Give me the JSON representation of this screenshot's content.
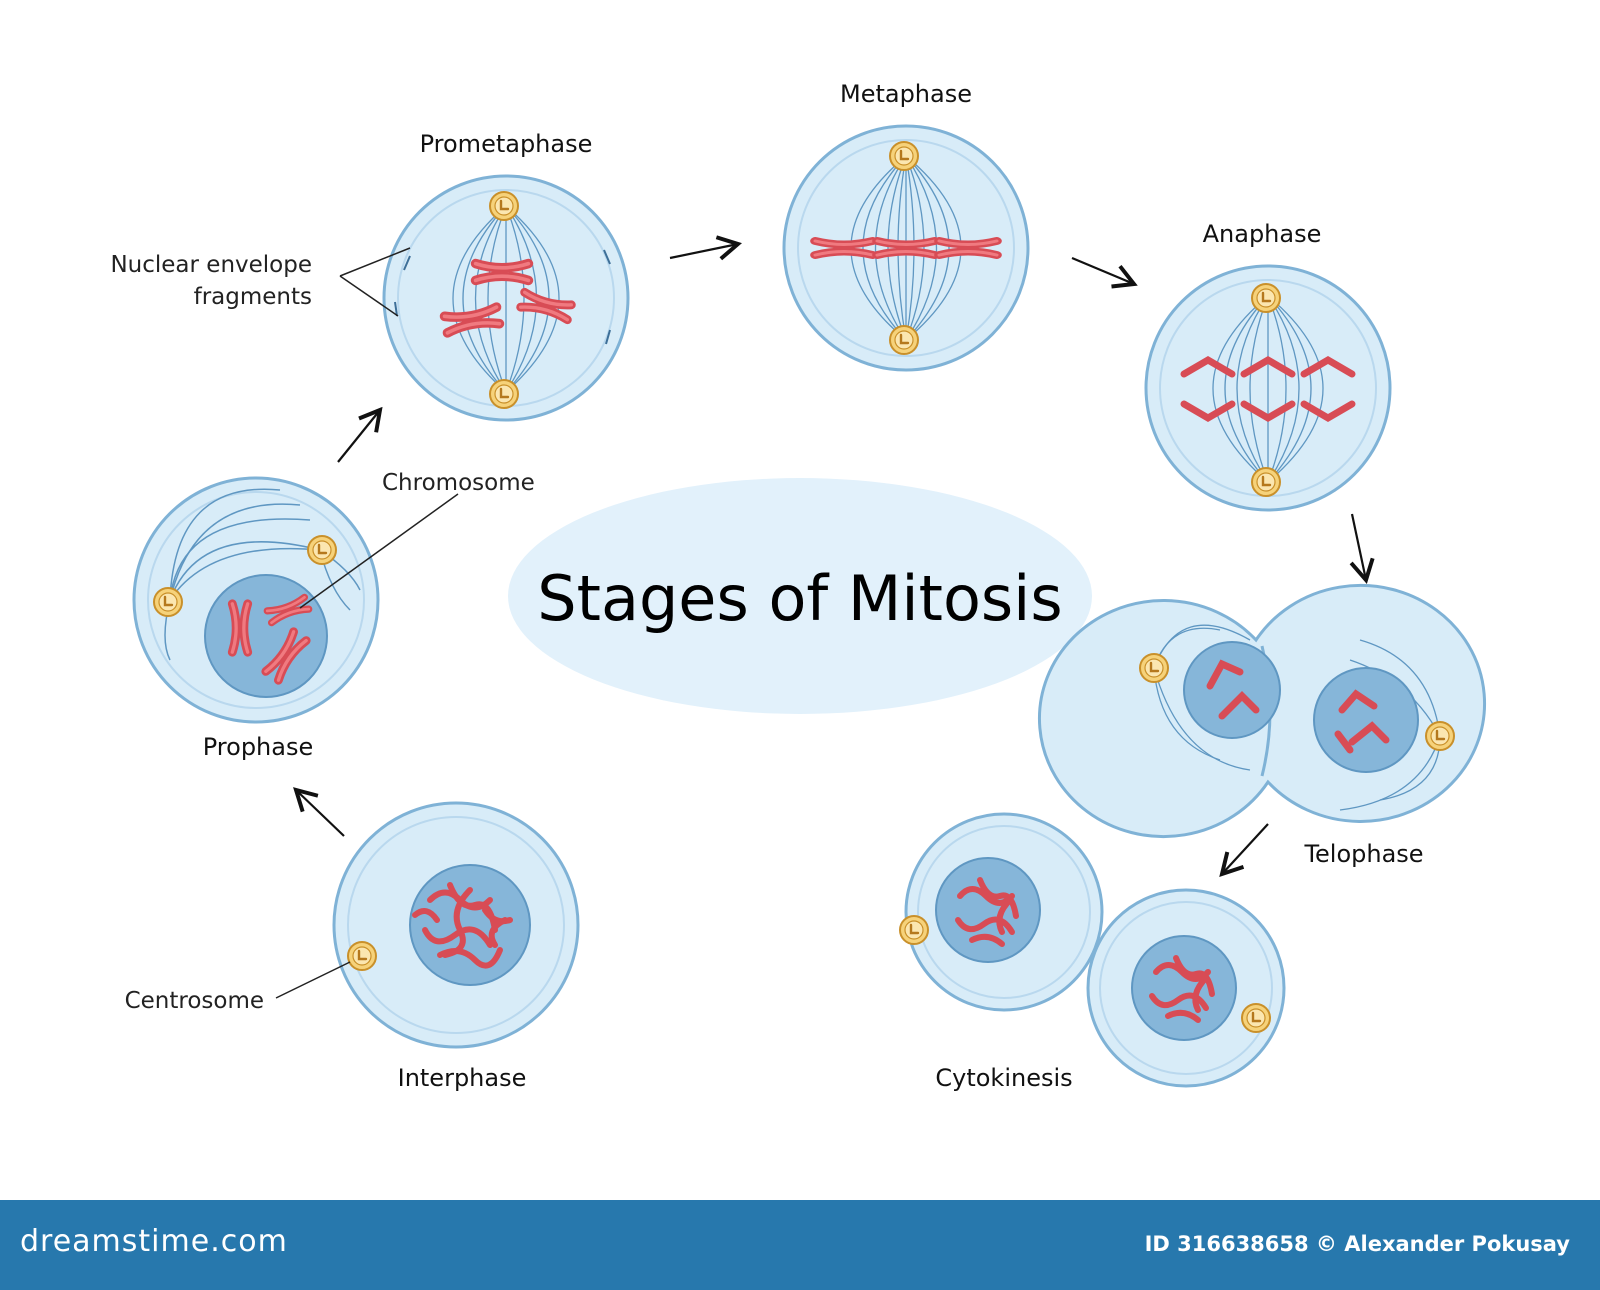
{
  "title": "Stages of Mitosis",
  "stages": {
    "interphase": "Interphase",
    "prophase": "Prophase",
    "prometaphase": "Prometaphase",
    "metaphase": "Metaphase",
    "anaphase": "Anaphase",
    "telophase": "Telophase",
    "cytokinesis": "Cytokinesis"
  },
  "annotations": {
    "nuclear_envelope_1": "Nuclear envelope",
    "nuclear_envelope_2": "fragments",
    "chromosome": "Chromosome",
    "centrosome": "Centrosome"
  },
  "footer": {
    "brand": "dreamstime.com",
    "credit": "ID 316638658 © Alexander Pokusay"
  },
  "colors": {
    "cell_fill": "#d8ecf8",
    "cell_stroke": "#7fb2d6",
    "nucleus_fill": "#86b6d9",
    "chromosome": "#e0545c",
    "centrosome": "#f3c25a",
    "title_ellipse": "#e2f1fb",
    "footer": "#2778ad"
  }
}
